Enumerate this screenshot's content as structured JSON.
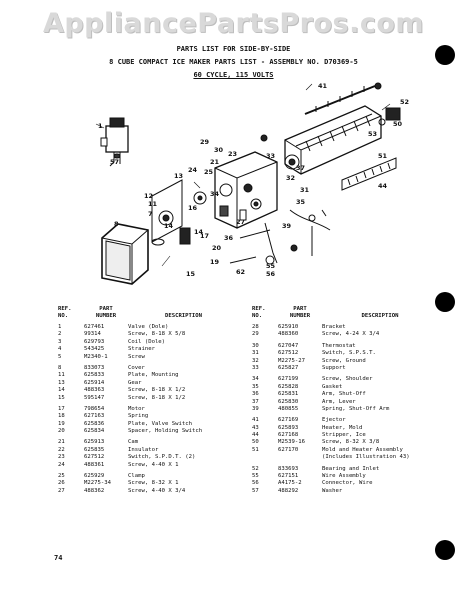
{
  "watermark": "AppliancePartsPros.com",
  "header": {
    "line1": "PARTS LIST FOR SIDE-BY-SIDE",
    "line2": "8 CUBE COMPACT ICE MAKER PARTS LIST - ASSEMBLY NO. D70369-5",
    "line3": "60 CYCLE, 115 VOLTS"
  },
  "diagram_callouts": [
    "41",
    "52",
    "1",
    "33",
    "50",
    "53",
    "51",
    "29",
    "30",
    "32",
    "31",
    "21",
    "24",
    "25",
    "23",
    "13",
    "37",
    "8",
    "12",
    "34",
    "16",
    "35",
    "44",
    "39",
    "57",
    "11",
    "7",
    "14",
    "14",
    "20",
    "17",
    "27",
    "36",
    "19",
    "15",
    "55",
    "56",
    "62"
  ],
  "columns": {
    "ref_header_1": "REF.",
    "ref_header_2": "NO.",
    "part_header_1": "PART",
    "part_header_2": "NUMBER",
    "desc_header": "DESCRIPTION"
  },
  "left_rows": [
    {
      "ref": "1",
      "part": "627461",
      "desc": "Valve (Dole)"
    },
    {
      "ref": "2",
      "part": "99314",
      "desc": "Screw, 8-18 X 5/8"
    },
    {
      "ref": "3",
      "part": "629793",
      "desc": "Coil (Dole)"
    },
    {
      "ref": "4",
      "part": "543425",
      "desc": "Strainer"
    },
    {
      "ref": "5",
      "part": "M2340-1",
      "desc": "Screw"
    },
    {
      "ref": "8",
      "part": "833073",
      "desc": "Cover",
      "gap": true
    },
    {
      "ref": "11",
      "part": "625833",
      "desc": "Plate, Mounting"
    },
    {
      "ref": "13",
      "part": "625914",
      "desc": "Gear"
    },
    {
      "ref": "14",
      "part": "488363",
      "desc": "Screw, 8-18 X 1/2"
    },
    {
      "ref": "15",
      "part": "595147",
      "desc": "Screw, 8-18 X 1/2"
    },
    {
      "ref": "17",
      "part": "798654",
      "desc": "Motor",
      "gap": true
    },
    {
      "ref": "18",
      "part": "627163",
      "desc": "Spring"
    },
    {
      "ref": "19",
      "part": "625836",
      "desc": "Plate, Valve Switch"
    },
    {
      "ref": "20",
      "part": "625834",
      "desc": "Spacer, Holding Switch"
    },
    {
      "ref": "21",
      "part": "625913",
      "desc": "Cam",
      "gap": true
    },
    {
      "ref": "22",
      "part": "625835",
      "desc": "Insulator"
    },
    {
      "ref": "23",
      "part": "627512",
      "desc": "Switch, S.P.D.T. (2)"
    },
    {
      "ref": "24",
      "part": "488361",
      "desc": "Screw, 4-40 X 1"
    },
    {
      "ref": "25",
      "part": "625929",
      "desc": "Clamp",
      "gap": true
    },
    {
      "ref": "26",
      "part": "M2275-34",
      "desc": "Screw, 8-32 X 1"
    },
    {
      "ref": "27",
      "part": "488362",
      "desc": "Screw, 4-40 X 3/4"
    }
  ],
  "right_rows": [
    {
      "ref": "28",
      "part": "625910",
      "desc": "Bracket"
    },
    {
      "ref": "29",
      "part": "488360",
      "desc": "Screw, 4-24 X 3/4"
    },
    {
      "ref": "30",
      "part": "627047",
      "desc": "Thermostat",
      "gap": true
    },
    {
      "ref": "31",
      "part": "627512",
      "desc": "Switch, S.P.S.T."
    },
    {
      "ref": "32",
      "part": "M2275-27",
      "desc": "Screw, Ground"
    },
    {
      "ref": "33",
      "part": "625827",
      "desc": "Support"
    },
    {
      "ref": "34",
      "part": "627199",
      "desc": "Screw, Shoulder",
      "gap": true
    },
    {
      "ref": "35",
      "part": "625828",
      "desc": "Gasket"
    },
    {
      "ref": "36",
      "part": "625831",
      "desc": "Arm, Shut-Off"
    },
    {
      "ref": "37",
      "part": "625830",
      "desc": "Arm, Lever"
    },
    {
      "ref": "39",
      "part": "480855",
      "desc": "Spring, Shut-Off Arm"
    },
    {
      "ref": "41",
      "part": "627169",
      "desc": "Ejector",
      "gap": true
    },
    {
      "ref": "43",
      "part": "625893",
      "desc": "Heater, Mold"
    },
    {
      "ref": "44",
      "part": "627168",
      "desc": "Stripper, Ice"
    },
    {
      "ref": "50",
      "part": "M2539-16",
      "desc": "Screw, 8-32 X 3/8"
    },
    {
      "ref": "51",
      "part": "627170",
      "desc": "Mold and Heater Assembly"
    },
    {
      "ref": "",
      "part": "",
      "desc": "(Includes Illustration 43)"
    },
    {
      "ref": "52",
      "part": "833693",
      "desc": "Bearing and Inlet",
      "gap": true
    },
    {
      "ref": "55",
      "part": "627151",
      "desc": "Wire Assembly"
    },
    {
      "ref": "56",
      "part": "A4175-2",
      "desc": "Connector, Wire"
    },
    {
      "ref": "57",
      "part": "488292",
      "desc": "Washer"
    }
  ],
  "page_number": "74"
}
